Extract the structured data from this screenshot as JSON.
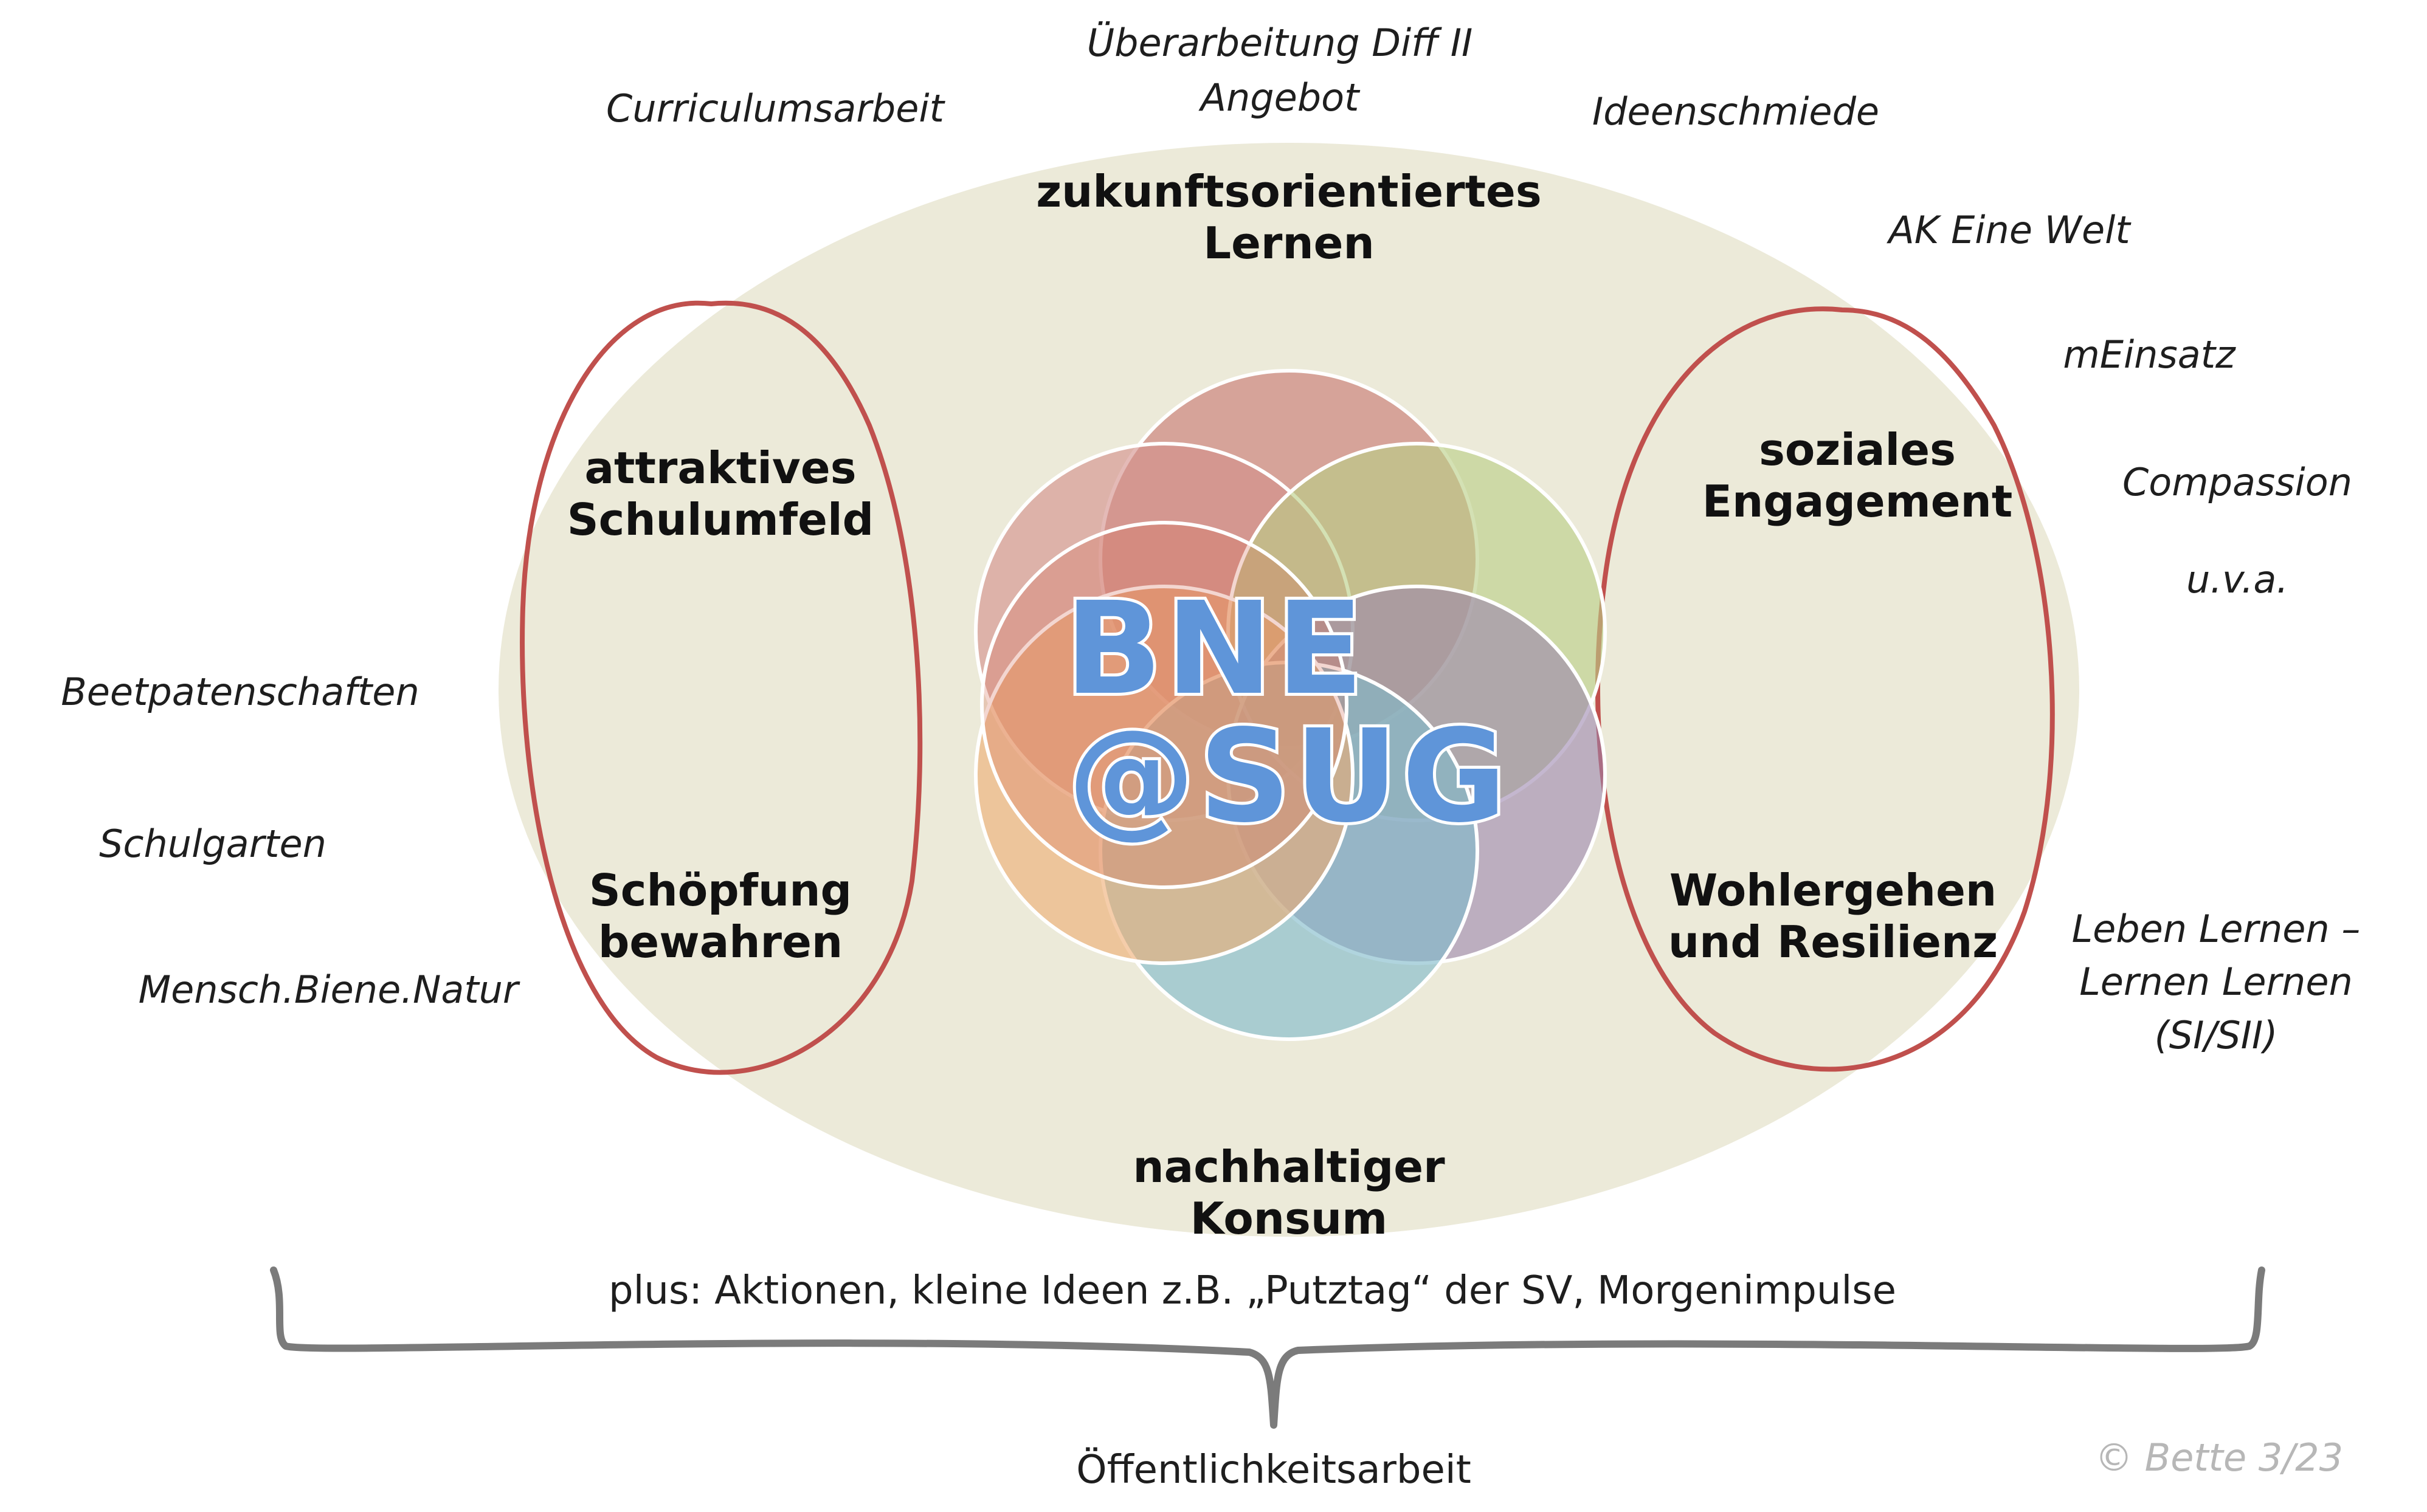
{
  "diagram": {
    "top_notes": {
      "curriculum": "Curriculumsarbeit",
      "diff_line1": "Überarbeitung Diff II",
      "diff_line2": "Angebot",
      "ideenschmiede": "Ideenschmiede",
      "ak_eine_welt": "AK Eine Welt",
      "meinsatz": "mEinsatz",
      "compassion": "Compassion",
      "uva": "u.v.a."
    },
    "left_notes": {
      "beetpatenschaften": "Beetpatenschaften",
      "schulgarten": "Schulgarten",
      "mensch_biene_natur": "Mensch.Biene.Natur"
    },
    "right_notes": {
      "leben_line1": "Leben Lernen –",
      "leben_line2": "Lernen Lernen",
      "leben_line3": "(SI/SII)"
    },
    "topics": {
      "zukunft_line1": "zukunftsorientiertes",
      "zukunft_line2": "Lernen",
      "schulumfeld_line1": "attraktives",
      "schulumfeld_line2": "Schulumfeld",
      "schoepfung_line1": "Schöpfung",
      "schoepfung_line2": "bewahren",
      "sozial_line1": "soziales",
      "sozial_line2": "Engagement",
      "wohl_line1": "Wohlergehen",
      "wohl_line2": "und Resilienz",
      "konsum_line1": "nachhaltiger",
      "konsum_line2": "Konsum"
    },
    "logo": {
      "line1": "BNE",
      "line2": "@SUG"
    },
    "bottom": {
      "plus_line": "plus: Aktionen, kleine Ideen z.B. „Putztag“ der SV,  Morgenimpulse",
      "oeffentlichkeit": "Öffentlichkeitsarbeit"
    },
    "copyright": "© Bette 3/23",
    "colors": {
      "background_ellipse": "#ecead9",
      "group_outline": "#c0504d",
      "brace": "#7b7b7b",
      "petal_red": "#c8736e",
      "petal_rose": "#d4908a",
      "petal_green": "#b9cf86",
      "petal_purple": "#9a83ac",
      "petal_blue": "#7fbac9",
      "petal_orange": "#eeab72",
      "petal_red_2": "#d46a55",
      "logo": "#5f95d9"
    }
  }
}
